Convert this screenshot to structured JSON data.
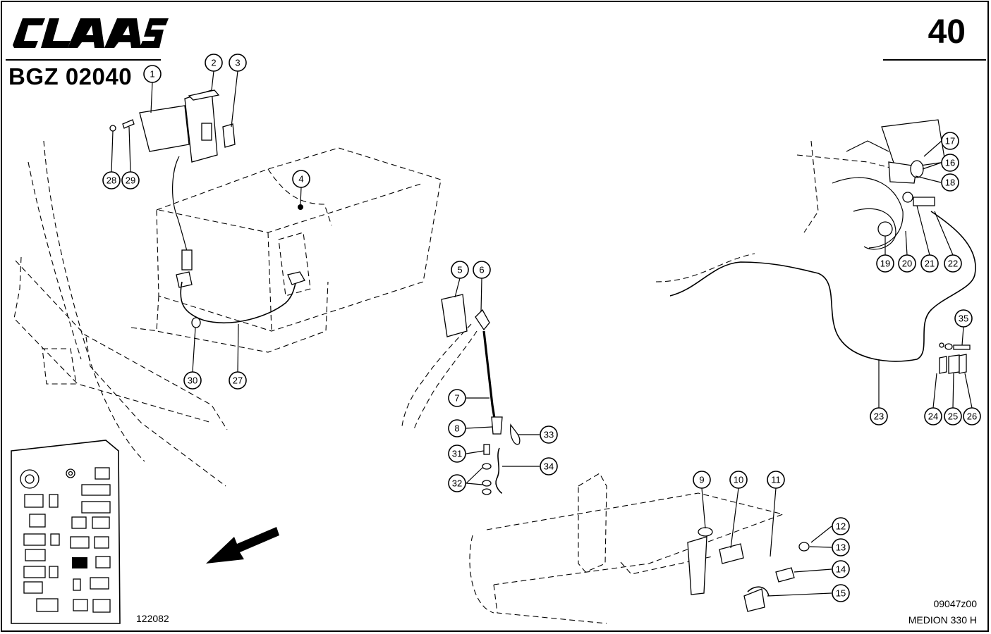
{
  "header": {
    "brand": "CLAAS",
    "drawing_code": "BGZ 02040",
    "page_number": "40"
  },
  "footer": {
    "left_ref": "122082",
    "right_ref": "09047z00",
    "model": "MEDION 330 H"
  },
  "callouts": [
    {
      "label": "1"
    },
    {
      "label": "2"
    },
    {
      "label": "3"
    },
    {
      "label": "4"
    },
    {
      "label": "5"
    },
    {
      "label": "6"
    },
    {
      "label": "7"
    },
    {
      "label": "8"
    },
    {
      "label": "9"
    },
    {
      "label": "10"
    },
    {
      "label": "11"
    },
    {
      "label": "12"
    },
    {
      "label": "13"
    },
    {
      "label": "14"
    },
    {
      "label": "15"
    },
    {
      "label": "16"
    },
    {
      "label": "17"
    },
    {
      "label": "18"
    },
    {
      "label": "19"
    },
    {
      "label": "20"
    },
    {
      "label": "21"
    },
    {
      "label": "22"
    },
    {
      "label": "23"
    },
    {
      "label": "24"
    },
    {
      "label": "25"
    },
    {
      "label": "26"
    },
    {
      "label": "27"
    },
    {
      "label": "28"
    },
    {
      "label": "29"
    },
    {
      "label": "30"
    },
    {
      "label": "31"
    },
    {
      "label": "32"
    },
    {
      "label": "33"
    },
    {
      "label": "34"
    },
    {
      "label": "35"
    }
  ]
}
